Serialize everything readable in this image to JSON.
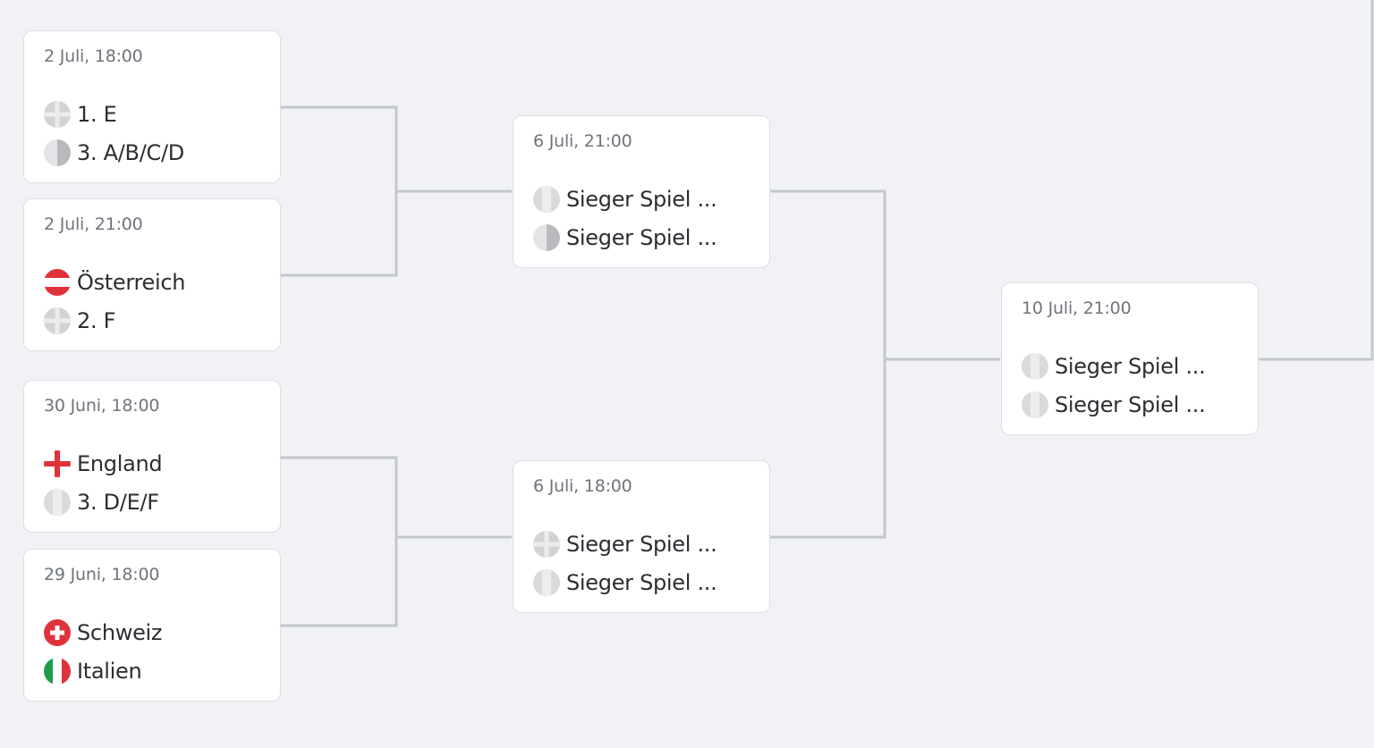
{
  "bracket": {
    "matches": [
      {
        "id": "r16-1",
        "date": "2 Juli, 18:00",
        "teams": [
          {
            "name": "1. E",
            "flag": "placeholder-flag-icon"
          },
          {
            "name": "3. A/B/C/D",
            "flag": "half-circle-flag-icon"
          }
        ]
      },
      {
        "id": "r16-2",
        "date": "2 Juli, 21:00",
        "teams": [
          {
            "name": "Österreich",
            "flag": "austria-flag-icon"
          },
          {
            "name": "2. F",
            "flag": "placeholder-flag-icon"
          }
        ]
      },
      {
        "id": "r16-3",
        "date": "30 Juni, 18:00",
        "teams": [
          {
            "name": "England",
            "flag": "england-flag-icon"
          },
          {
            "name": "3. D/E/F",
            "flag": "half-circle-flag-icon"
          }
        ]
      },
      {
        "id": "r16-4",
        "date": "29 Juni, 18:00",
        "teams": [
          {
            "name": "Schweiz",
            "flag": "switzerland-flag-icon"
          },
          {
            "name": "Italien",
            "flag": "italy-flag-icon"
          }
        ]
      },
      {
        "id": "qf-1",
        "date": "6 Juli, 21:00",
        "teams": [
          {
            "name": "Sieger Spiel ...",
            "flag": "half-circle-flag-icon"
          },
          {
            "name": "Sieger Spiel ...",
            "flag": "half-circle-flag-icon"
          }
        ]
      },
      {
        "id": "qf-2",
        "date": "6 Juli, 18:00",
        "teams": [
          {
            "name": "Sieger Spiel ...",
            "flag": "placeholder-flag-icon"
          },
          {
            "name": "Sieger Spiel ...",
            "flag": "half-circle-flag-icon"
          }
        ]
      },
      {
        "id": "sf-1",
        "date": "10 Juli, 21:00",
        "teams": [
          {
            "name": "Sieger Spiel ...",
            "flag": "half-circle-flag-icon"
          },
          {
            "name": "Sieger Spiel ...",
            "flag": "half-circle-flag-icon"
          }
        ]
      }
    ]
  },
  "colors": {
    "background": "#f1f2f6",
    "connector": "#c4c7cc",
    "card_border": "#dcdee4",
    "date_text": "#6f747c",
    "team_text": "#2b2e33"
  }
}
